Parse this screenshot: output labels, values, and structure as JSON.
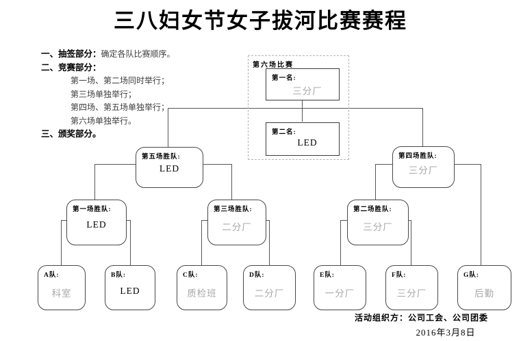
{
  "title": "三八妇女节女子拔河比赛赛程",
  "notes": {
    "item1_label": "一、抽签部分：",
    "item1_text": "确定各队比赛顺序。",
    "item2_label": "二、竞赛部分：",
    "item2_lines": [
      "第一场、第二场同时举行；",
      "第三场单独举行；",
      "第四场、第五场单独举行；",
      "第六场单独举行。"
    ],
    "item3_label": "三、颁奖部分。"
  },
  "bracket": {
    "final": {
      "label": "第六场比赛",
      "first": {
        "label": "第一名:",
        "value": "三分厂",
        "muted": "true"
      },
      "second": {
        "label": "第二名:",
        "value": "LED",
        "muted": "false"
      }
    },
    "semifinals": [
      {
        "label": "第五场胜队:",
        "value": "LED",
        "muted": "false"
      },
      {
        "label": "第四场胜队:",
        "value": "三分厂",
        "muted": "true"
      }
    ],
    "quarterfinals": [
      {
        "label": "第一场胜队:",
        "value": "LED",
        "muted": "false"
      },
      {
        "label": "第三场胜队:",
        "value": "二分厂",
        "muted": "true"
      },
      {
        "label": "第二场胜队:",
        "value": "三分厂",
        "muted": "true"
      }
    ],
    "teams": [
      {
        "label": "A队:",
        "value": "科室",
        "muted": "true"
      },
      {
        "label": "B队:",
        "value": "LED",
        "muted": "false"
      },
      {
        "label": "C队:",
        "value": "质检班",
        "muted": "true"
      },
      {
        "label": "D队:",
        "value": "二分厂",
        "muted": "true"
      },
      {
        "label": "E队:",
        "value": "一分厂",
        "muted": "true"
      },
      {
        "label": "F队:",
        "value": "三分厂",
        "muted": "true"
      },
      {
        "label": "G队:",
        "value": "后勤",
        "muted": "true"
      }
    ]
  },
  "footer": {
    "organizer_label": "活动组织方：",
    "organizer_value": "公司工会、公司团委",
    "date": "2016年3月8日"
  },
  "colors": {
    "line": "#555555",
    "border": "#474747",
    "dashed_border": "#b3b3b3",
    "muted_value": "#a8a8a8",
    "text": "#000000"
  }
}
